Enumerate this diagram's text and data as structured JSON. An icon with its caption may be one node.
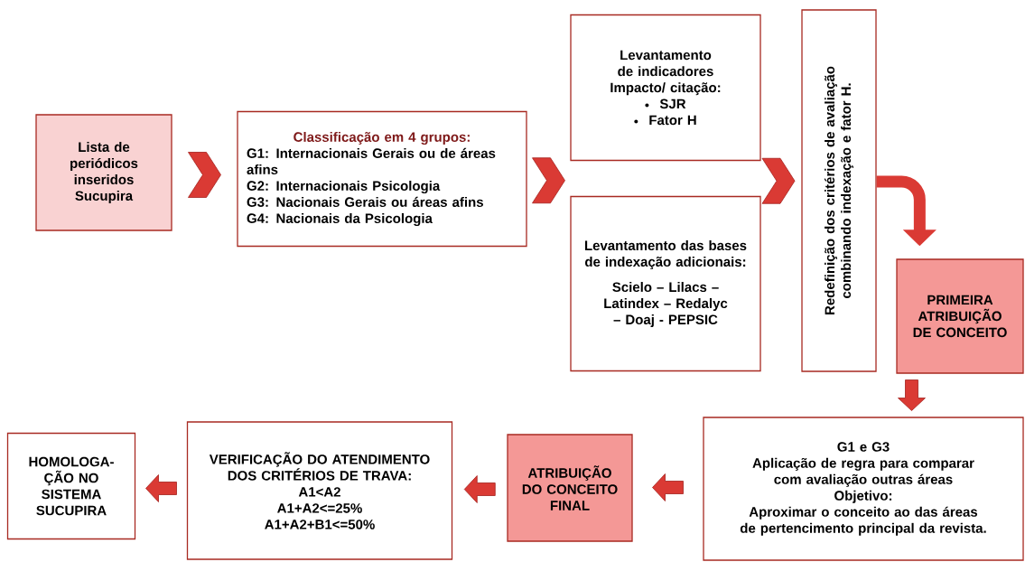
{
  "diagram": {
    "nodes": [
      {
        "text": [
          "Lista de periódicos inseridos Sucupira"
        ]
      },
      {
        "text": [
          "Classificação em 4 grupos:",
          "G1: Internacionais Gerais ou de áreas afins",
          "G2: Internacionais Psicologia",
          "G3: Nacionais Gerais ou áreas afins",
          "G4: Nacionais da Psicologia"
        ]
      },
      {
        "text": [
          "Levantamento de indicadores Impacto/ citação:",
          "SJR",
          "Fator H"
        ]
      },
      {
        "text": [
          "Levantamento das bases de indexação adicionais:",
          "Scielo – Lilacs – Latindex – Redalyc – Doaj - PEPSIC"
        ]
      },
      {
        "text": [
          "Redefinição dos critérios de avaliação combinando indexação e fator H."
        ]
      },
      {
        "text": [
          "PRIMEIRA ATRIBUIÇÃO DE CONCEITO"
        ]
      },
      {
        "text": [
          "G1 e G3",
          "Aplicação de regra para comparar com avaliação outras áreas",
          "Objetivo:",
          "Aproximar o conceito ao das áreas de pertencimento principal da revista."
        ]
      },
      {
        "text": [
          "ATRIBUIÇÃO DO CONCEITO FINAL"
        ]
      },
      {
        "text": [
          "VERIFICAÇÃO DO ATENDIMENTO DOS CRITÉRIOS DE TRAVA:",
          "A1<A2",
          "A1+A2<=25%",
          "A1+A2+B1<=50%"
        ]
      },
      {
        "text": [
          "HOMOLOGA- ÇÃO NO SISTEMA SUCUPIRA"
        ]
      }
    ],
    "edges": [
      {
        "from": 0,
        "to": 1,
        "arrow": "to"
      },
      {
        "from": 1,
        "to": 2,
        "arrow": "to"
      },
      {
        "from": 1,
        "to": 3,
        "arrow": "to"
      },
      {
        "from": 2,
        "to": 4,
        "arrow": "to"
      },
      {
        "from": 3,
        "to": 4,
        "arrow": "to"
      },
      {
        "from": 4,
        "to": 5,
        "arrow": "to"
      },
      {
        "from": 5,
        "to": 6,
        "arrow": "to"
      },
      {
        "from": 6,
        "to": 7,
        "arrow": "to"
      },
      {
        "from": 7,
        "to": 8,
        "arrow": "to"
      },
      {
        "from": 8,
        "to": 9,
        "arrow": "to"
      }
    ]
  }
}
